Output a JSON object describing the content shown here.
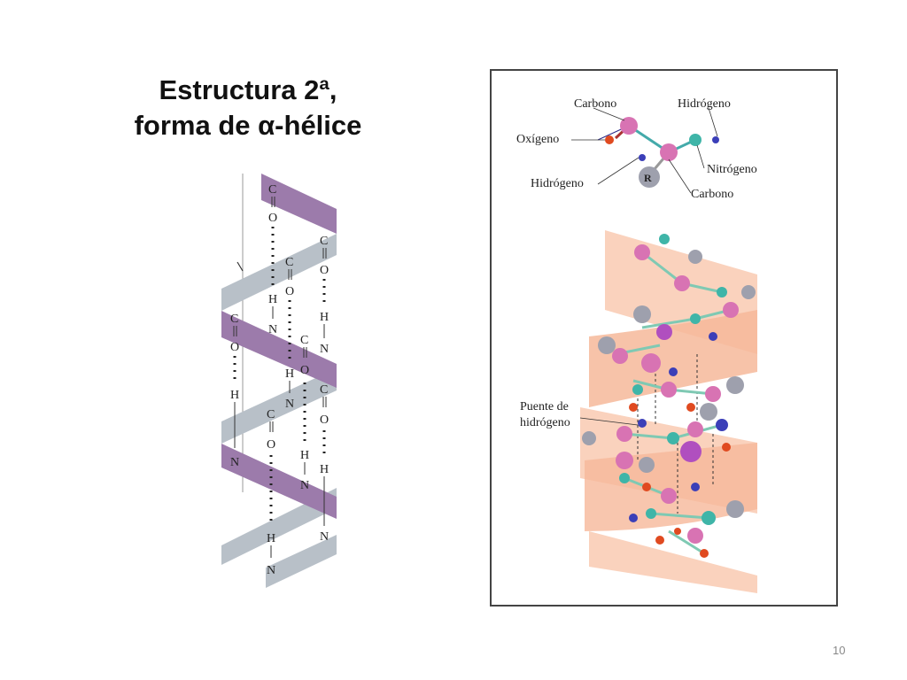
{
  "title": {
    "line1": "Estructura 2ª,",
    "line2": "forma de  α-hélice"
  },
  "molecule_labels": {
    "carbono_top": "Carbono",
    "hidrogeno_top": "Hidrógeno",
    "oxigeno": "Oxígeno",
    "nitrogeno": "Nitrógeno",
    "hidrogeno_left": "Hidrógeno",
    "carbono_bottom": "Carbono",
    "r_group": "R",
    "puente_line1": "Puente de",
    "puente_line2": "hidrógeno"
  },
  "atom_symbols": {
    "carbon": "C",
    "oxygen": "O",
    "hydrogen": "H",
    "nitrogen": "N"
  },
  "slide_number": "10",
  "colors": {
    "ribbon_purple": "#9c7bab",
    "ribbon_gray": "#b8c0c8",
    "ribbon_peach": "#f6b89a",
    "atom_pink": "#d873b3",
    "atom_teal": "#3fb5a8",
    "atom_blue": "#3b3fb8",
    "atom_red": "#e04a20",
    "atom_gray": "#9ea0ad"
  }
}
